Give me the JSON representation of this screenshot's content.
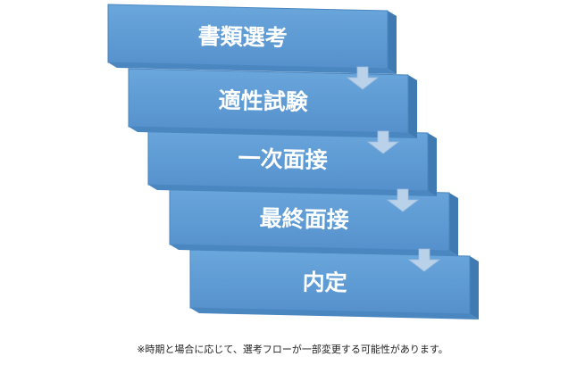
{
  "flow": {
    "steps": [
      {
        "label": "書類選考"
      },
      {
        "label": "適性試験"
      },
      {
        "label": "一次面接"
      },
      {
        "label": "最終面接"
      },
      {
        "label": "内定"
      }
    ]
  },
  "footnote": "※時期と場合に応じて、選考フローが一部変更する可能性があります。",
  "colors": {
    "box_face": "#5b9bd5",
    "box_edge": "#4a86c0",
    "box_depth": "#3f7ab3",
    "arrow": "#b9d2ea",
    "label": "#ffffff"
  }
}
